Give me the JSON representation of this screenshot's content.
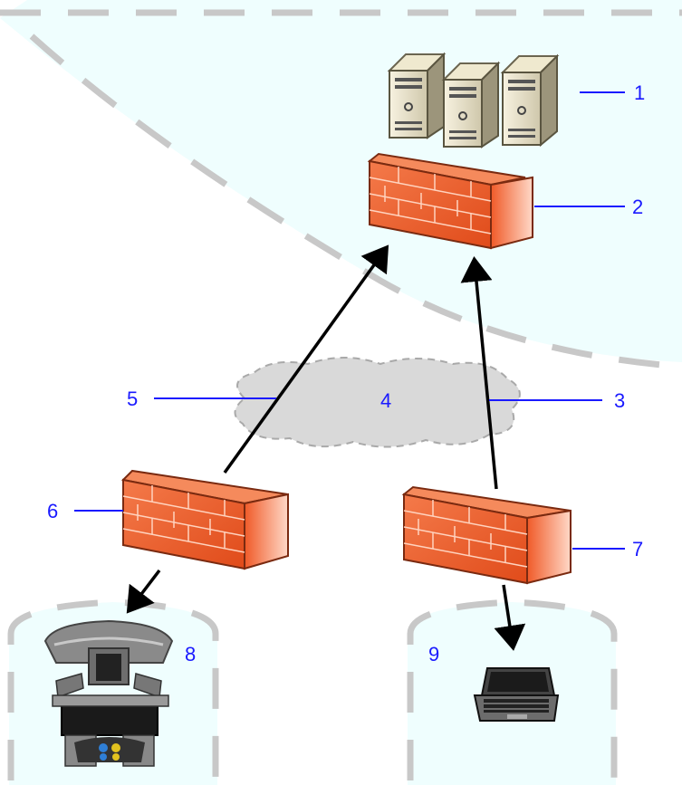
{
  "diagram": {
    "callouts": {
      "c1": "1",
      "c2": "2",
      "c3": "3",
      "c4": "4",
      "c5": "5",
      "c6": "6",
      "c7": "7",
      "c8": "8",
      "c9": "9"
    },
    "colors": {
      "zone_fill": "#effefe",
      "zone_dash": "#c8c8c8",
      "callout_blue": "#1a1aff",
      "cloud_fill": "#d9d9d9",
      "firewall_orange": "#f0622a",
      "arrow": "#000000"
    },
    "icons": [
      "server-icon",
      "firewall-icon",
      "cloud-icon",
      "surgical-console-icon",
      "laptop-icon"
    ]
  }
}
